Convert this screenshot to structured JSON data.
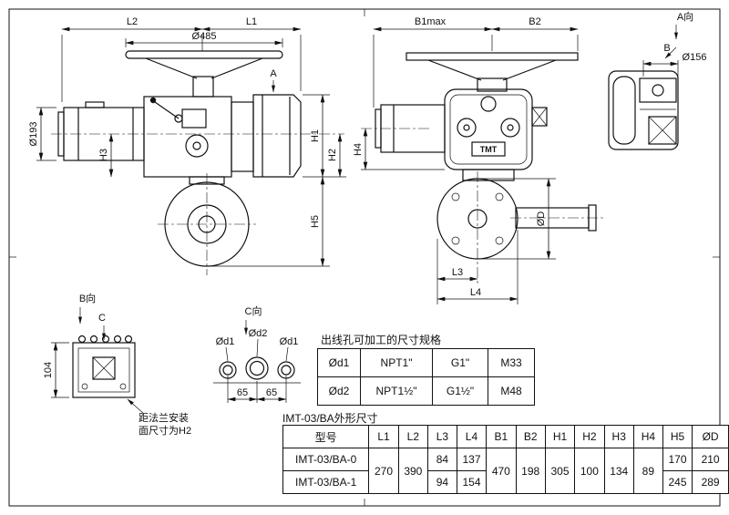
{
  "side_view": {
    "L2": "L2",
    "L1": "L1",
    "d485": "Ø485",
    "d193": "Ø193",
    "H3": "H3",
    "H1": "H1",
    "H2": "H2",
    "H5": "H5",
    "A": "A"
  },
  "front_view": {
    "B1max": "B1max",
    "B2": "B2",
    "H4": "H4",
    "brand": "TMT",
    "dD": "ØD",
    "L3": "L3",
    "L4": "L4"
  },
  "a_view": {
    "label": "A向",
    "B": "B",
    "d156": "Ø156"
  },
  "b_view": {
    "label": "B向",
    "C": "C",
    "h104": "104",
    "note_line1": "距法兰安装",
    "note_line2": "面尺寸为H2"
  },
  "c_view": {
    "label": "C向",
    "d1_left": "Ød1",
    "d2": "Ød2",
    "d1_right": "Ød1",
    "s65a": "65",
    "s65b": "65"
  },
  "thread_table": {
    "title": "出线孔可加工的尺寸规格",
    "rows": [
      {
        "name": "Ød1",
        "npt": "NPT1\"",
        "g": "G1\"",
        "m": "M33"
      },
      {
        "name": "Ød2",
        "npt": "NPT1½\"",
        "g": "G1½\"",
        "m": "M48"
      }
    ]
  },
  "dim_table": {
    "title": "IMT-03/BA外形尺寸",
    "headers": [
      "型号",
      "L1",
      "L2",
      "L3",
      "L4",
      "B1",
      "B2",
      "H1",
      "H2",
      "H3",
      "H4",
      "H5",
      "ØD"
    ],
    "shared": {
      "L1": "270",
      "L2": "390",
      "B1": "470",
      "B2": "198",
      "H1": "305",
      "H2": "100",
      "H3": "134",
      "H4": "89"
    },
    "rows": [
      {
        "model": "IMT-03/BA-0",
        "L3": "84",
        "L4": "137",
        "H5": "170",
        "dD": "210"
      },
      {
        "model": "IMT-03/BA-1",
        "L3": "94",
        "L4": "154",
        "H5": "245",
        "dD": "289"
      }
    ]
  }
}
